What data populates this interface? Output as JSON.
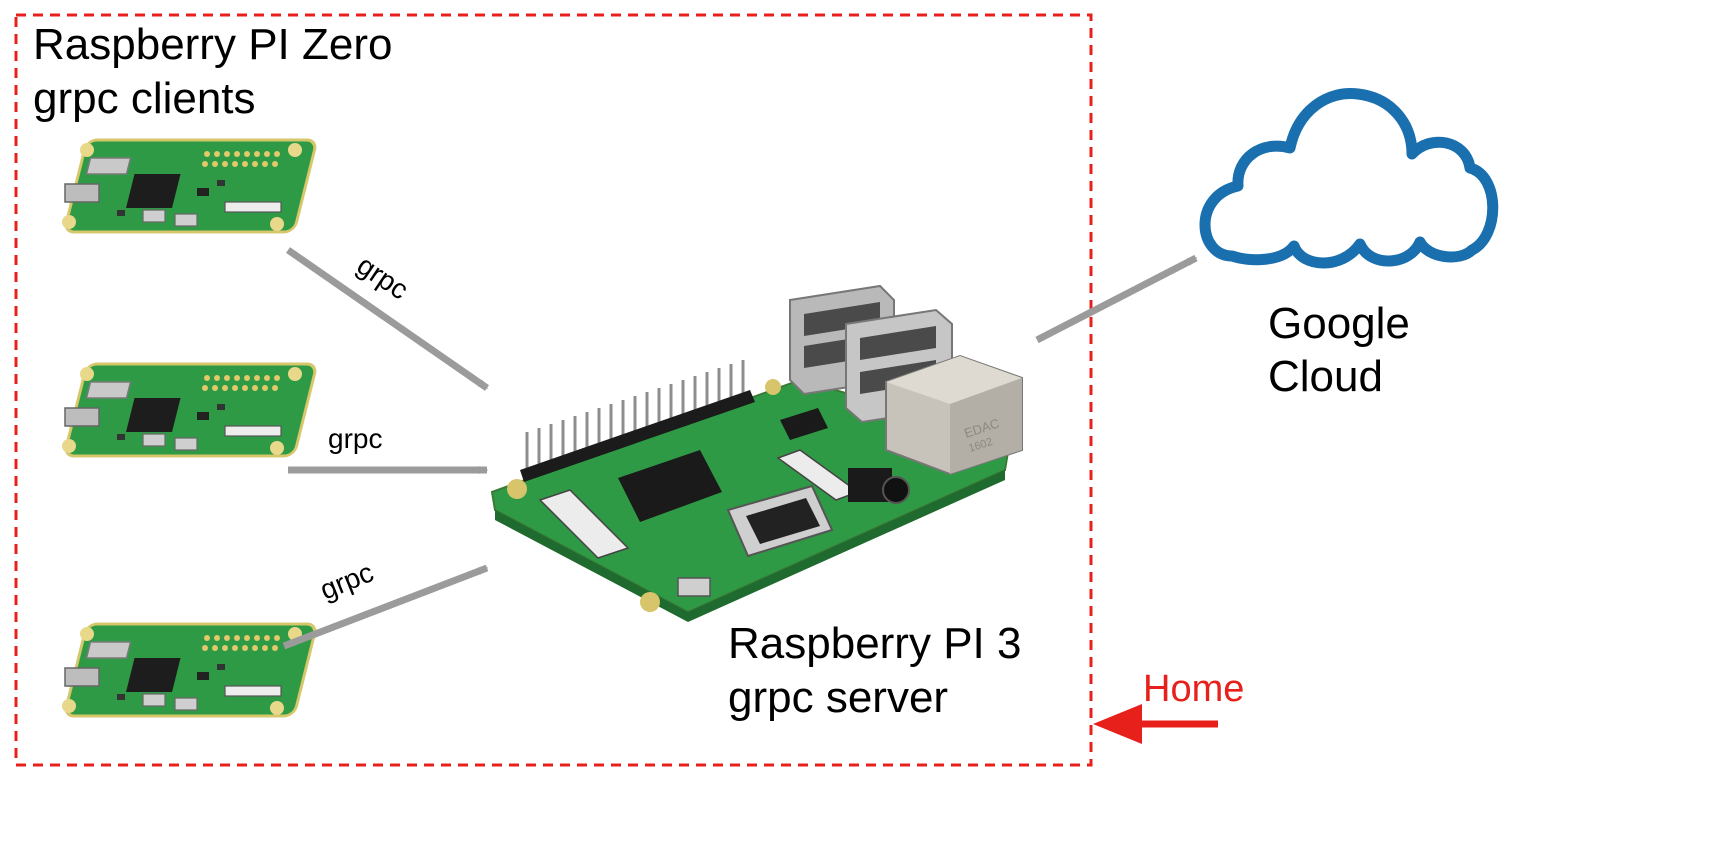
{
  "home_boundary": {
    "color": "#e8201c"
  },
  "clients": {
    "title_line1": "Raspberry PI Zero",
    "title_line2": "grpc clients",
    "boards": [
      {
        "icon": "raspberry-pi-zero-board"
      },
      {
        "icon": "raspberry-pi-zero-board"
      },
      {
        "icon": "raspberry-pi-zero-board"
      }
    ]
  },
  "connections": [
    {
      "label": "grpc"
    },
    {
      "label": "grpc"
    },
    {
      "label": "grpc"
    }
  ],
  "server": {
    "icon": "raspberry-pi-3-board",
    "title_line1": "Raspberry PI 3",
    "title_line2": "grpc server",
    "port_marking_1": "EDAC",
    "port_marking_2": "1602"
  },
  "cloud": {
    "icon": "cloud-icon",
    "title_line1": "Google",
    "title_line2": "Cloud",
    "color": "#1a6fae"
  },
  "home": {
    "label": "Home",
    "color": "#e8201c"
  },
  "colors": {
    "arrow": "#9b9b9b",
    "pcb": "#2f9a45",
    "pcb_edge": "#d6c76b"
  }
}
